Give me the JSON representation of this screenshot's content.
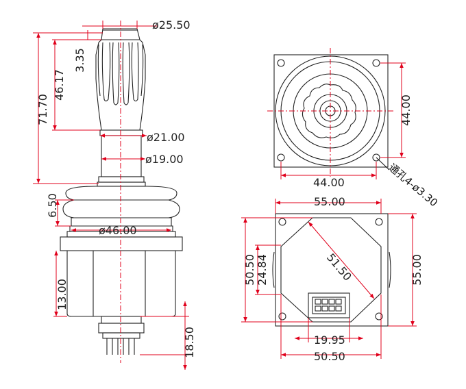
{
  "side_view": {
    "knob_diameter": "ø25.50",
    "knob_top_offset": "3.35",
    "knob_height": "46.17",
    "total_height": "71.70",
    "shaft_diameter_upper": "ø21.00",
    "shaft_diameter_lower": "ø19.00",
    "boot_height": "6.50",
    "boot_diameter": "ø46.00",
    "body_height": "13.00",
    "pin_length": "18.50"
  },
  "top_view": {
    "width": "44.00",
    "height": "44.00",
    "hole_note": "通孔4-ø3.30"
  },
  "bottom_view": {
    "outer_width": "55.00",
    "outer_height": "55.00",
    "inner_height": "50.50",
    "inner_width": "50.50",
    "diagonal": "51.50",
    "connector_offset": "24.84",
    "connector_width": "19.95"
  },
  "colors": {
    "dimension_line": "#e0001b",
    "outline": "#222222"
  }
}
